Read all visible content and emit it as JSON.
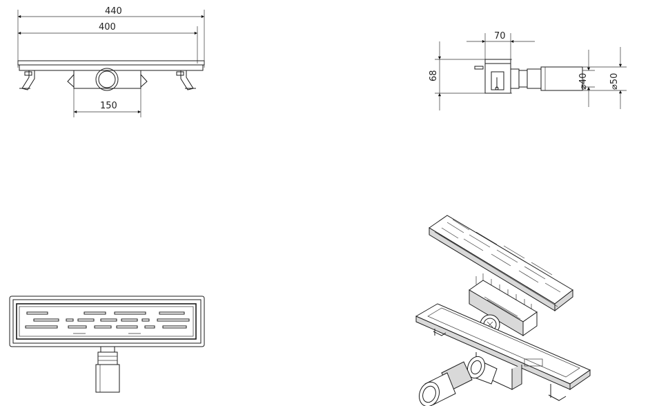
{
  "views": {
    "front": {
      "dim_overall": "440",
      "dim_grate": "400",
      "dim_body": "150"
    },
    "side": {
      "dim_width": "70",
      "dim_height": "68",
      "dim_outlet_inner": "⌀40",
      "dim_outlet_outer": "⌀50"
    },
    "top": {},
    "isometric": {}
  },
  "colors": {
    "line": "#1a1a1a",
    "background": "#ffffff",
    "shade": "#d9d9d9"
  }
}
